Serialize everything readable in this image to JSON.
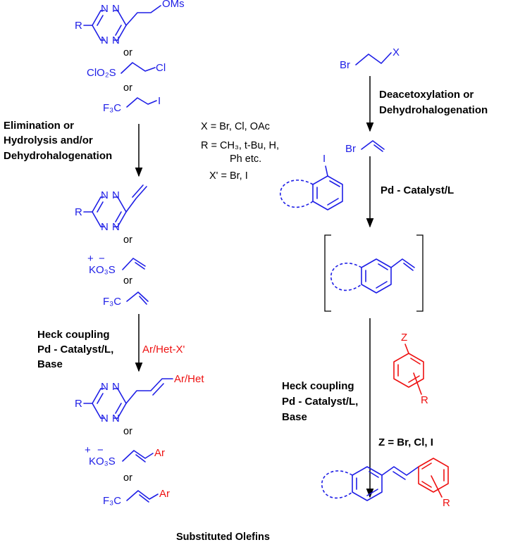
{
  "labels": {
    "r": "R",
    "n": "N",
    "oms": "OMs",
    "or": "or",
    "clo2s": "ClO₂S",
    "cl": "Cl",
    "f3c": "F₃C",
    "i": "I",
    "br": "Br",
    "x": "X",
    "ko3s": "KO₃S",
    "plus": "+",
    "minus": "−",
    "ar": "Ar",
    "ar_het": "Ar/Het",
    "z": "Z"
  },
  "conditions": {
    "left_step1_line1": "Elimination or",
    "left_step1_line2": "Hydrolysis and/or",
    "left_step1_line3": "Dehydrohalogenation",
    "left_step2_line1": "Heck coupling",
    "left_step2_line2": "Pd - Catalyst/L,",
    "left_step2_line3": "Base",
    "left_step2_reagent": "Ar/Het-X'",
    "right_step1_line1": "Deacetoxylation or",
    "right_step1_line2": "Dehydrohalogenation",
    "right_step2": "Pd - Catalyst/L",
    "right_step3_line1": "Heck coupling",
    "right_step3_line2": "Pd - Catalyst/L,",
    "right_step3_line3": "Base",
    "right_step3_reagent": "Z = Br, Cl, I"
  },
  "definitions": {
    "x_def": "X = Br, Cl, OAc",
    "r_def_line1": "R = CH₃, t-Bu, H,",
    "r_def_line2": "Ph etc.",
    "xprime_def": "X' = Br, I"
  },
  "footer": {
    "title": "Substituted Olefins"
  },
  "colors": {
    "reactant": "#1e1ee6",
    "reagent": "#ee1111",
    "text": "#000000"
  }
}
